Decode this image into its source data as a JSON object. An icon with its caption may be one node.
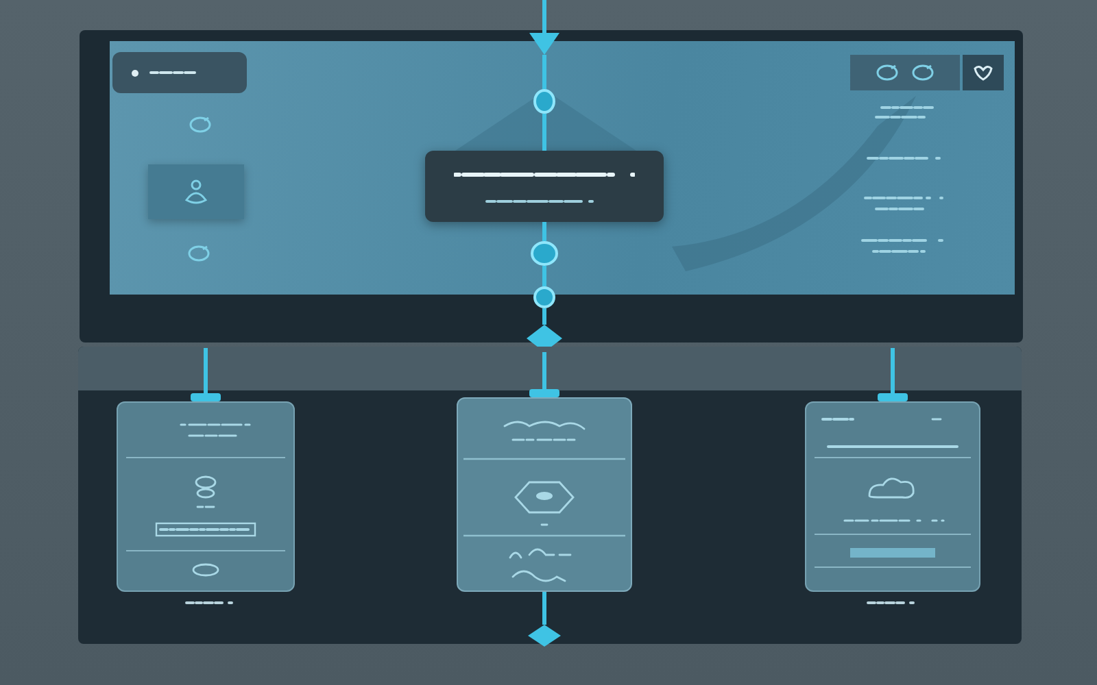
{
  "diagram": {
    "nodes": [
      {
        "text": [],
        "shape": "box"
      },
      {
        "text": [],
        "shape": "triangle",
        "in": 0
      },
      {
        "text": [],
        "shape": "circle",
        "in": 0
      },
      {
        "text": [],
        "shape": "box",
        "in": 0
      },
      {
        "text": [],
        "shape": "circle",
        "in": 0
      },
      {
        "text": [],
        "shape": "circle",
        "in": 0
      },
      {
        "text": [],
        "shape": "diamond"
      },
      {
        "text": [],
        "shape": "box"
      },
      {
        "text": [],
        "shape": "box",
        "in": 7
      },
      {
        "text": [],
        "shape": "box",
        "in": 7
      },
      {
        "text": [],
        "shape": "box",
        "in": 7
      },
      {
        "text": [],
        "shape": "diamond",
        "in": 7
      }
    ],
    "edges": [
      {
        "from": null,
        "to": 1,
        "arrow": "none"
      },
      {
        "from": 1,
        "to": 2,
        "arrow": "none"
      },
      {
        "from": 2,
        "to": 3,
        "arrow": "none"
      },
      {
        "from": 3,
        "to": 4,
        "arrow": "none"
      },
      {
        "from": 4,
        "to": 5,
        "arrow": "none"
      },
      {
        "from": 5,
        "to": 6,
        "arrow": "none"
      },
      {
        "from": 6,
        "to": 9,
        "arrow": "other"
      },
      {
        "from": 9,
        "to": 11,
        "arrow": "none"
      },
      {
        "from": null,
        "to": 8,
        "arrow": "other"
      },
      {
        "from": null,
        "to": 10,
        "arrow": "other"
      }
    ]
  }
}
